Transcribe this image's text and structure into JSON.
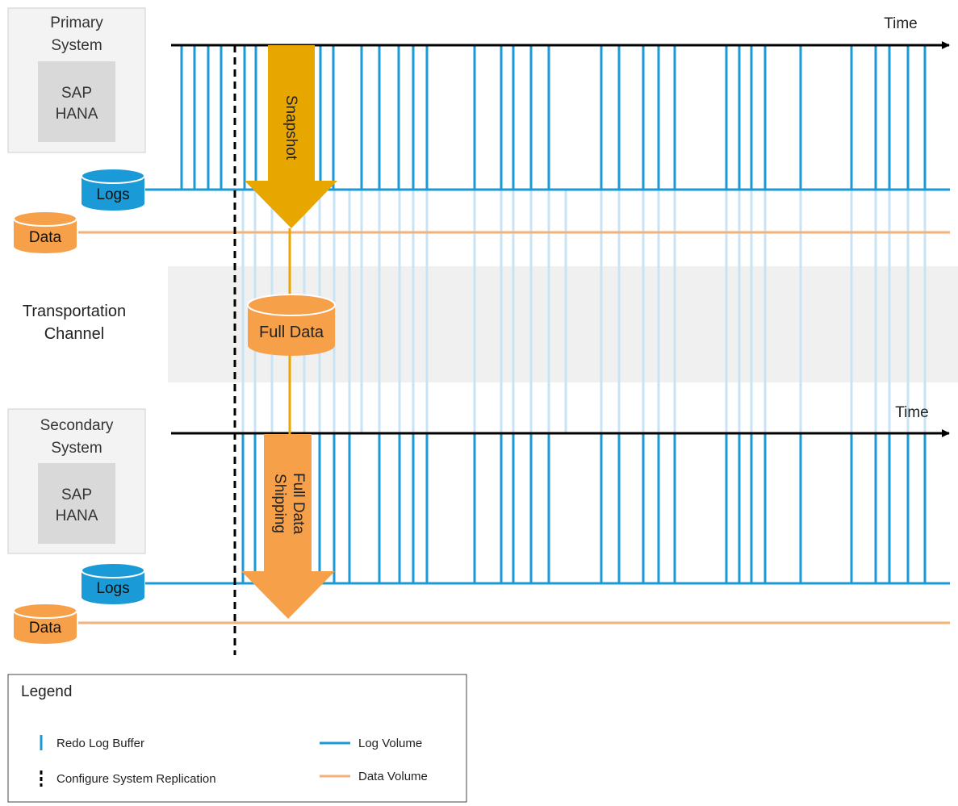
{
  "primary": {
    "title_line1": "Primary",
    "title_line2": "System",
    "db_line1": "SAP",
    "db_line2": "HANA",
    "logs_label": "Logs",
    "data_label": "Data"
  },
  "secondary": {
    "title_line1": "Secondary",
    "title_line2": "System",
    "db_line1": "SAP",
    "db_line2": "HANA",
    "logs_label": "Logs",
    "data_label": "Data"
  },
  "channel": {
    "label_line1": "Transportation",
    "label_line2": "Channel",
    "full_data_label": "Full Data"
  },
  "timeline": {
    "top_time_label": "Time",
    "bottom_time_label": "Time"
  },
  "arrows": {
    "snapshot_label": "Snapshot",
    "shipping_line1": "Full Data",
    "shipping_line2": "Shipping"
  },
  "legend": {
    "title": "Legend",
    "redo_log_buffer": "Redo Log Buffer",
    "configure_replication": "Configure System Replication",
    "log_volume": "Log Volume",
    "data_volume": "Data Volume"
  },
  "colors": {
    "blue": "#1a9ad6",
    "blue_faint": "#c7e3f4",
    "orange": "#f7a04a",
    "orange_line": "#f2b27a",
    "gold": "#e8a600",
    "gray_box": "#f3f3f3",
    "gray_inner": "#d9d9d9",
    "channel_band": "#f0f0f0"
  }
}
